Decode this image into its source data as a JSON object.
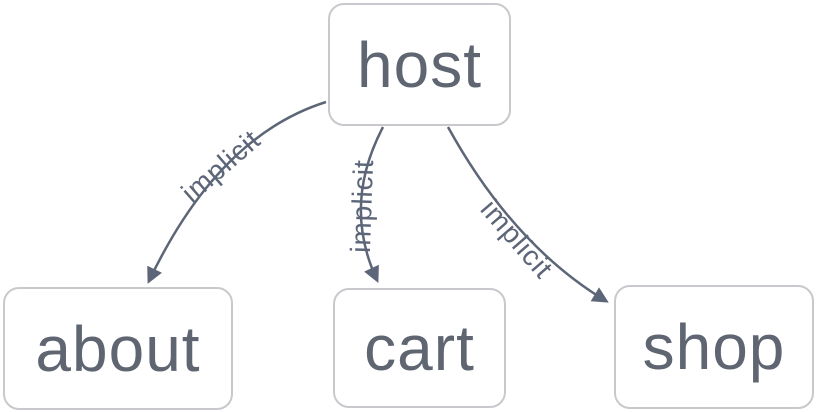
{
  "diagram": {
    "nodes": [
      {
        "id": "host",
        "label": "host"
      },
      {
        "id": "about",
        "label": "about"
      },
      {
        "id": "cart",
        "label": "cart"
      },
      {
        "id": "shop",
        "label": "shop"
      }
    ],
    "edges": [
      {
        "from": "host",
        "to": "about",
        "label": "implicit"
      },
      {
        "from": "host",
        "to": "cart",
        "label": "implicit"
      },
      {
        "from": "host",
        "to": "shop",
        "label": "implicit"
      }
    ]
  },
  "colors": {
    "background": "#ffffff",
    "edge": "#5c6678",
    "edge_label": "#5c6678",
    "node_border": "#c7c9cc",
    "node_fill": "#ffffff",
    "node_text": "#5f6672"
  }
}
